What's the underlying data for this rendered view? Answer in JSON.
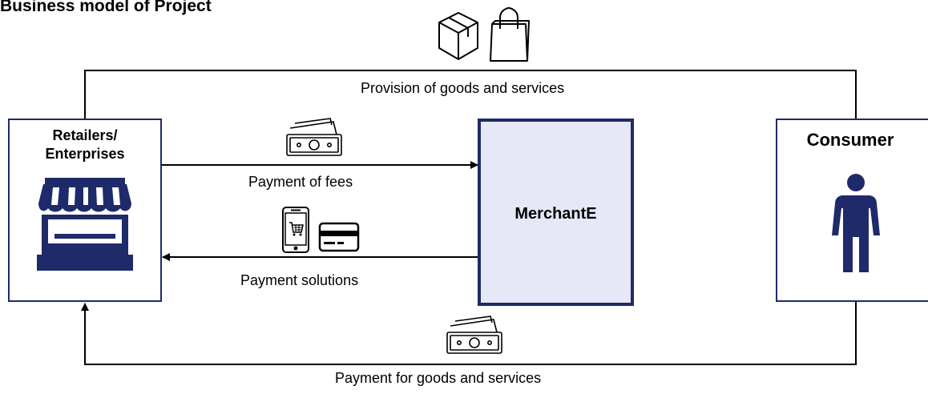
{
  "title": "Business model of Project",
  "nodes": {
    "retailers": {
      "label_line1": "Retailers/",
      "label_line2": "Enterprises"
    },
    "merchant": {
      "label": "MerchantE"
    },
    "consumer": {
      "label": "Consumer"
    }
  },
  "flows": {
    "provision": "Provision of goods and services",
    "fees": "Payment of fees",
    "solutions": "Payment solutions",
    "payment_goods": "Payment for goods and services"
  },
  "icons": {
    "box": "package-icon",
    "bag": "shopping-bag-icon",
    "money": "banknote-icon",
    "phone": "mobile-cart-icon",
    "card": "credit-card-icon",
    "store": "storefront-icon",
    "person": "person-icon"
  },
  "colors": {
    "accent": "#1f2a6b",
    "merchant_fill": "#e7e8f7"
  }
}
